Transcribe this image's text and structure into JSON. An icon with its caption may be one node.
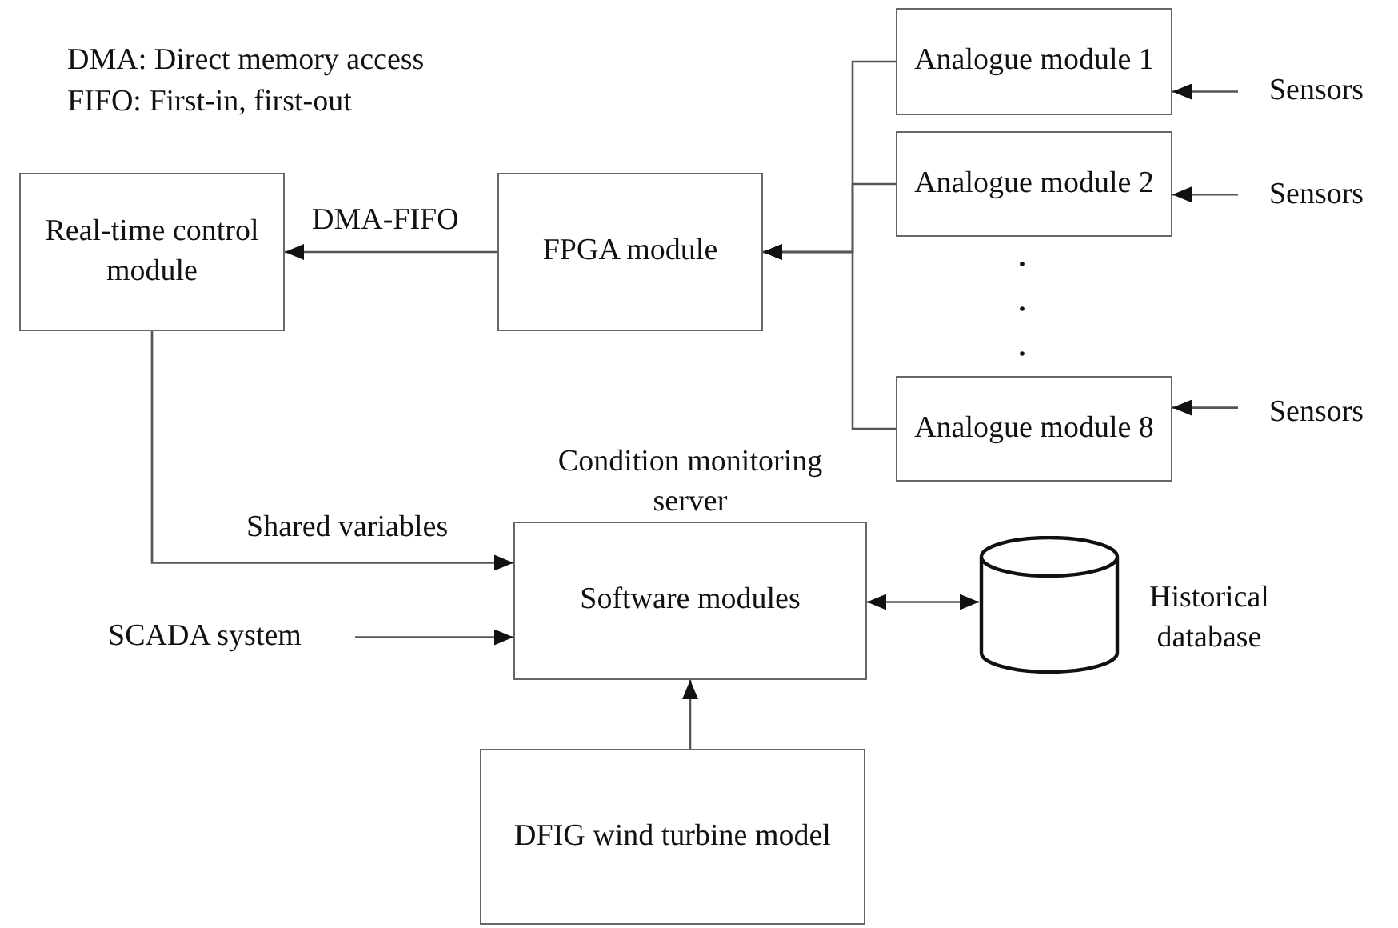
{
  "diagram": {
    "nodes": [
      {
        "text": [
          "Real-time control module"
        ]
      },
      {
        "text": [
          "FPGA module"
        ]
      },
      {
        "text": [
          "Analogue module 1"
        ]
      },
      {
        "text": [
          "Analogue module 2"
        ]
      },
      {
        "text": [
          "Analogue module 8"
        ]
      },
      {
        "text": [
          "Sensors"
        ]
      },
      {
        "text": [
          "Sensors"
        ]
      },
      {
        "text": [
          "Sensors"
        ]
      },
      {
        "text": [
          "Condition monitoring server",
          "Software modules"
        ]
      },
      {
        "text": [
          "SCADA system"
        ]
      },
      {
        "text": [],
        "shape": "cylinder",
        "beside": [
          "Historical database"
        ]
      },
      {
        "text": [
          "DFIG wind turbine model"
        ]
      }
    ],
    "edges": [
      {
        "from": 2,
        "to": 1,
        "arrow": "to"
      },
      {
        "from": 3,
        "to": 1,
        "arrow": "to"
      },
      {
        "from": 4,
        "to": 1,
        "arrow": "to"
      },
      {
        "from": 1,
        "to": 0,
        "arrow": "to",
        "label": "DMA-FIFO"
      },
      {
        "from": 5,
        "to": 2,
        "arrow": "to"
      },
      {
        "from": 6,
        "to": 3,
        "arrow": "to"
      },
      {
        "from": 7,
        "to": 4,
        "arrow": "to"
      },
      {
        "from": 0,
        "to": 8,
        "arrow": "to",
        "label": "Shared variables"
      },
      {
        "from": 9,
        "to": 8,
        "arrow": "to"
      },
      {
        "from": 8,
        "to": 10,
        "arrow": "both"
      },
      {
        "from": 11,
        "to": 8,
        "arrow": "to"
      }
    ],
    "labels": [
      "DMA: Direct memory access",
      "FIFO: First-in, first-out"
    ]
  }
}
